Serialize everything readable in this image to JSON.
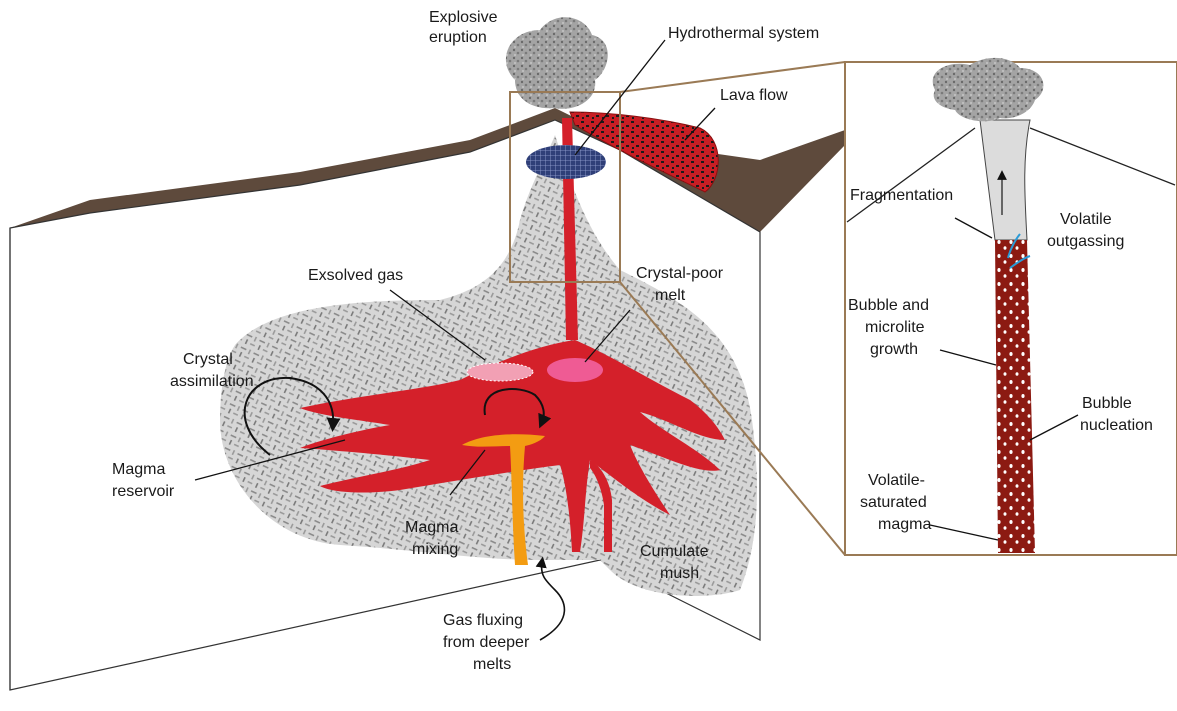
{
  "labels": {
    "explosive_eruption": [
      "Explosive",
      "eruption"
    ],
    "hydrothermal_system": "Hydrothermal system",
    "lava_flow": "Lava flow",
    "exsolved_gas": "Exsolved gas",
    "crystal_poor_melt": [
      "Crystal-poor",
      "melt"
    ],
    "crystal_assimilation": [
      "Crystal",
      "assimilation"
    ],
    "magma_reservoir": [
      "Magma",
      "reservoir"
    ],
    "magma_mixing": [
      "Magma",
      "mixing"
    ],
    "cumulate_mush": [
      "Cumulate",
      "mush"
    ],
    "gas_fluxing": [
      "Gas fluxing",
      "from deeper",
      "melts"
    ],
    "fragmentation": "Fragmentation",
    "volatile_outgassing": [
      "Volatile",
      "outgassing"
    ],
    "bubble_microlite": [
      "Bubble and",
      "microlite",
      "growth"
    ],
    "bubble_nucleation": [
      "Bubble",
      "nucleation"
    ],
    "volatile_saturated": [
      "Volatile-",
      "saturated",
      "magma"
    ]
  },
  "colors": {
    "ground": "#5e4a3c",
    "magma": "#d4202a",
    "conduit_magma": "#8c1a12",
    "mixing_magma": "#f39c12",
    "crystal_mush": "#c8c8c8",
    "hydrothermal": "#2f3f78",
    "frame": "#9a7a55",
    "gas_blue": "#2a9ad6"
  }
}
